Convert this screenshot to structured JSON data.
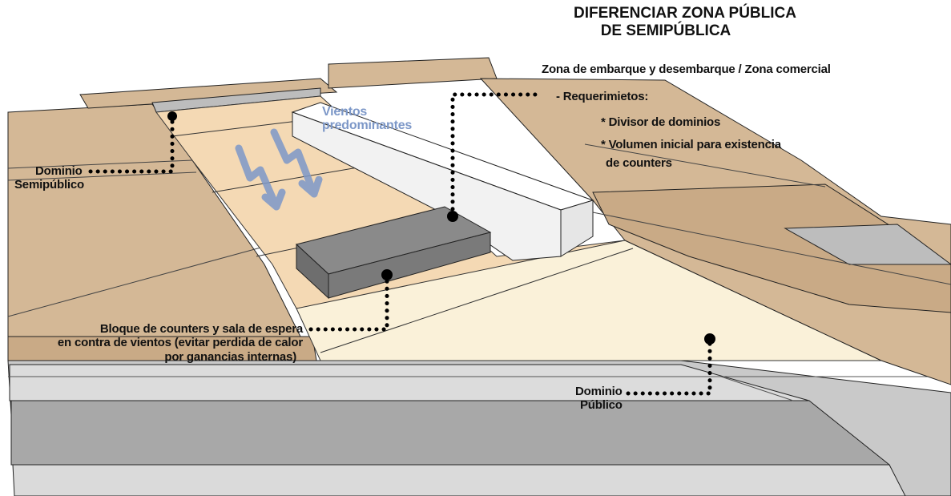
{
  "title": {
    "line1": "DIFERENCIAR ZONA PÚBLICA",
    "line2": "DE SEMIPÚBLICA"
  },
  "subtitle": "Zona de embarque y desembarque / Zona comercial",
  "requirements": {
    "heading": "- Requerimietos:",
    "item1": "* Divisor de dominios",
    "item2_line1": "* Volumen inicial para existencia",
    "item2_line2": "de counters"
  },
  "wind_label": {
    "line1": "Vientos",
    "line2": "predominantes"
  },
  "semi_public_label": {
    "line1": "Dominio",
    "line2": "Semipúblico"
  },
  "counters_label": {
    "line1": "Bloque de counters y sala de espera",
    "line2": "en contra de vientos (evitar perdida de calor",
    "line3": "por ganancias internas)"
  },
  "public_label": {
    "line1": "Dominio",
    "line2": "Público"
  },
  "colors": {
    "terrain_tan": "#d4b896",
    "zone_orange": "#f4d9b4",
    "zone_cream": "#faf1d9",
    "white_volume": "#ffffff",
    "dark_volume": "#858585",
    "ground_grey": "#a8a8a8",
    "wind_blue": "#7d98c8"
  },
  "icons": [
    "wind-arrow-icon",
    "wind-arrow-icon"
  ]
}
